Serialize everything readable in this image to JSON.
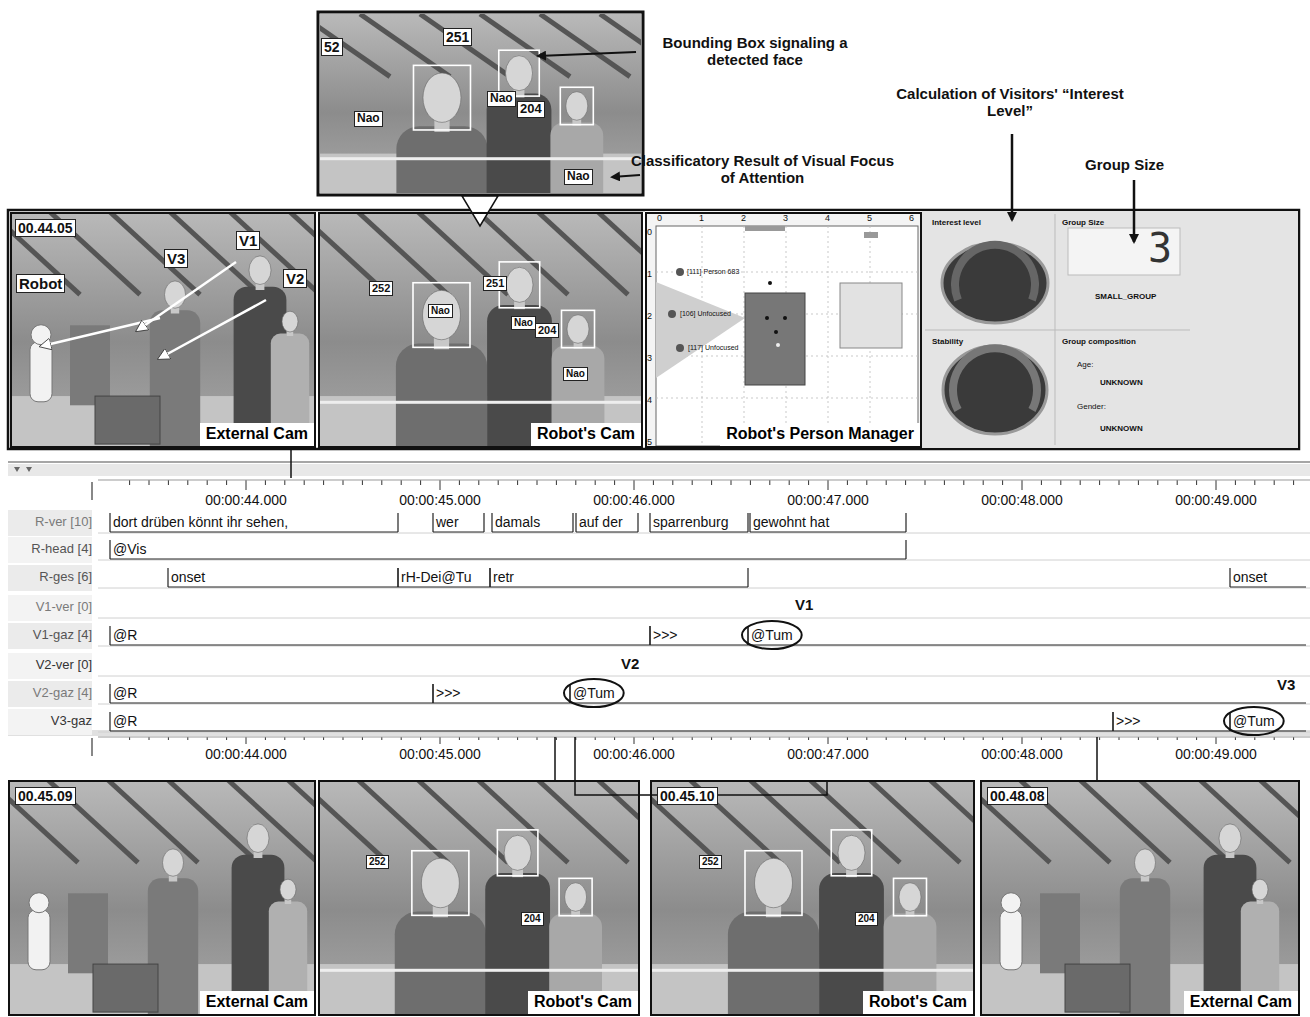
{
  "diagram": {
    "nodes": [
      {
        "text": [
          "External Cam"
        ]
      },
      {
        "text": [
          "Robot's Cam"
        ]
      },
      {
        "text": [
          "Robot's Person Manager"
        ]
      },
      {
        "text": [
          "External Cam"
        ]
      },
      {
        "text": [
          "Robot's Cam"
        ]
      },
      {
        "text": [
          "Robot's Cam"
        ]
      },
      {
        "text": [
          "External Cam"
        ]
      }
    ],
    "labels": [
      "Bounding Box signaling a detected face",
      "Classificatory Result of Visual Focus of Attention",
      "Calculation of Visitors' “Interest Level”",
      "Group Size",
      "52",
      "251",
      "Nao",
      "Nao",
      "204",
      "Nao",
      "00.44.05",
      "Robot",
      "V3",
      "V1",
      "V2",
      "252",
      "251",
      "Nao",
      "Nao",
      "204",
      "Nao",
      "0",
      "1",
      "2",
      "3",
      "4",
      "5",
      "6",
      "0",
      "1",
      "2",
      "3",
      "4",
      "5",
      "[111] Person 683",
      "[106] Unfocused",
      "[117] Unfocused",
      "Interest level",
      "Group Size",
      "3",
      "SMALL_GROUP",
      "Stability",
      "Group composition",
      "Age:",
      "UNKNOWN",
      "Gender:",
      "UNKNOWN",
      "00:00:44.000",
      "00:00:45.000",
      "00:00:46.000",
      "00:00:47.000",
      "00:00:48.000",
      "00:00:49.000",
      "R-ver [10]",
      "R-head [4]",
      "R-ges [6]",
      "V1-ver [0]",
      "V1-gaz [4]",
      "V2-ver [0]",
      "V2-gaz [4]",
      "V3-gaz",
      "dort drüben könnt ihr sehen,",
      "wer",
      "damals",
      "auf der",
      "sparrenburg",
      "gewohnt hat",
      "@Vis",
      "onset",
      "rH-Dei@Tu",
      "retr",
      "onset",
      "@R",
      ">>>",
      "@Tum",
      "@R",
      ">>>",
      "@Tum",
      "@R",
      ">>>",
      "@Tum",
      "V1",
      "V2",
      "V3",
      "00:00:44.000",
      "00:00:45.000",
      "00:00:46.000",
      "00:00:47.000",
      "00:00:48.000",
      "00:00:49.000",
      "00.45.09",
      "252",
      "204",
      "00.45.10",
      "252",
      "204",
      "00.48.08"
    ]
  }
}
